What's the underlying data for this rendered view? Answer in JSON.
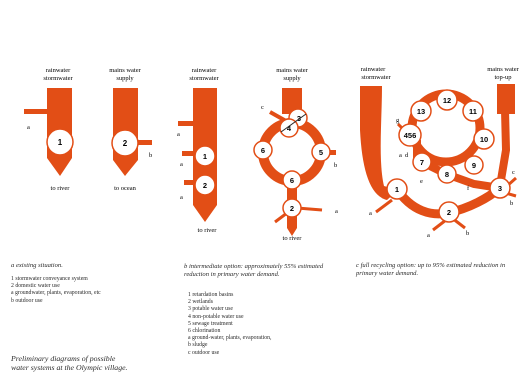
{
  "colors": {
    "flow": "#e24e16",
    "node_fill": "#ffffff",
    "node_stroke": "#e24e16",
    "text": "#2a2a2a"
  },
  "diagrams": {
    "a": {
      "source_labels": [
        {
          "text": "rainwater"
        },
        {
          "text": "stormwater"
        },
        {
          "text": "mains water"
        },
        {
          "text": "supply"
        }
      ],
      "outlet_labels": [
        {
          "text": "to river"
        },
        {
          "text": "to ocean"
        }
      ],
      "nodes": [
        "1",
        "2"
      ],
      "branch_labels": [
        "a",
        "b"
      ]
    },
    "b": {
      "source_labels": [
        {
          "text": "rainwater"
        },
        {
          "text": "stormwater"
        },
        {
          "text": "mains water"
        },
        {
          "text": "supply"
        }
      ],
      "outlet_labels": [
        {
          "text": "to river"
        },
        {
          "text": "to river"
        }
      ],
      "nodes": [
        "1",
        "2",
        "3",
        "4",
        "5",
        "6",
        "2"
      ],
      "branch_labels": [
        "a",
        "a",
        "a",
        "c",
        "b",
        "a"
      ]
    },
    "c": {
      "source_labels": [
        {
          "text": "rainwater"
        },
        {
          "text": "stormwater"
        },
        {
          "text": "mains water"
        },
        {
          "text": "top-up"
        }
      ],
      "nodes": [
        "1",
        "2",
        "3",
        "456",
        "7",
        "8",
        "9",
        "10",
        "11",
        "12",
        "13"
      ],
      "branch_labels": [
        "a",
        "a",
        "b",
        "c",
        "b",
        "g",
        "a",
        "d",
        "e",
        "f"
      ]
    }
  },
  "captions": {
    "a": {
      "title": "existing situation.",
      "title_letter": "a"
    },
    "b": {
      "title": "intermediate option: approximately 55% estimated reduction in primary water demand.",
      "title_letter": "b"
    },
    "c": {
      "title": "full recycling option: up to 95% estimated reduction in primary water demand.",
      "title_letter": "c"
    }
  },
  "legends": {
    "a": [
      "1  stormwater conveyance system",
      "2  domestic water use",
      "a  groundwater, plants, evaporation, etc",
      "b  outdoor use"
    ],
    "b": [
      "1  retardation basins",
      "2  wetlands",
      "3  potable water use",
      "4  non-potable water use",
      "5  sewage treatment",
      "6  chlorination",
      "a  ground-water, plants, evaporation,",
      "b  sludge",
      "c  outdoor use"
    ]
  },
  "footnote": {
    "line1": "Preliminary diagrams of possible",
    "line2": "water systems at the Olympic village."
  }
}
